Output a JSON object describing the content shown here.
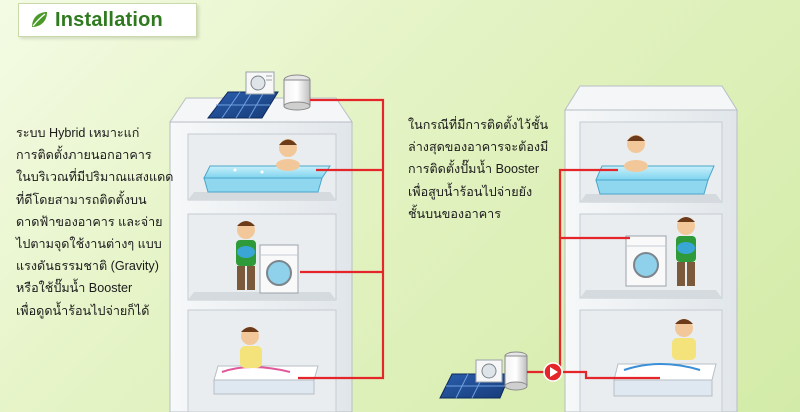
{
  "header": {
    "title": "Installation",
    "leaf_icon": "leaf-icon"
  },
  "description_left": "ระบบ  Hybrid เหมาะแก่\nการติดตั้งภายนอกอาคาร\nในบริเวณที่มีปริมาณแสงแดด\nที่ดีโดยสามารถติดตั้งบน\nดาดฟ้าของอาคาร และจ่าย\nไปตามจุดใช้งานต่างๆ แบบ\nแรงดันธรรมชาติ (Gravity)\nหรือใช้ปั๊มน้ำ Booster\nเพื่อดูดน้ำร้อนไปจ่ายก็ได้",
  "description_right": "ในกรณีที่มีการติดตั้งไว้ชั้น\nล่างสุดของอาคารจะต้องมี\nการติดตั้งปั๊มน้ำ  Booster\nเพื่อสูบน้ำร้อนไปจ่ายยัง\nชั้นบนของอาคาร",
  "colors": {
    "pipe": "#e4262b",
    "title": "#2f7a1f",
    "wall": "#eef1f3",
    "floor": "#d9dee2"
  },
  "icons": [
    "solar-panel-icon",
    "heat-pump-icon",
    "water-tank-icon",
    "bathtub-icon",
    "washing-machine-icon",
    "person-icon",
    "booster-pump-icon"
  ]
}
